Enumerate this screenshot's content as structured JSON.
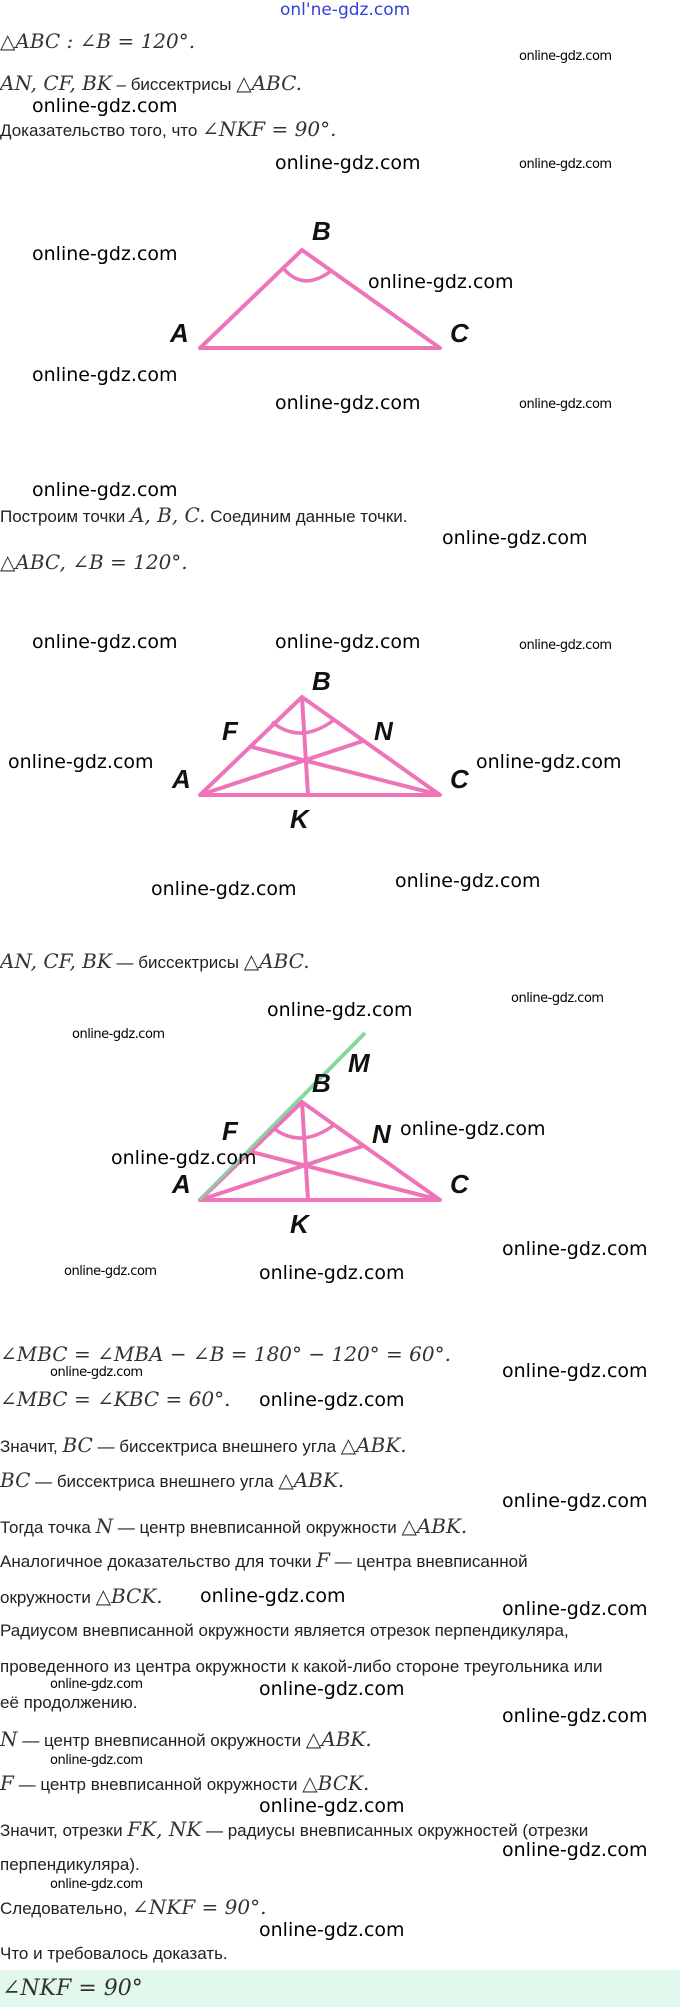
{
  "header_watermark": "onl'ne-gdz.com",
  "watermark": "online-gdz.com",
  "given": {
    "l1": "△ABC :  ∠B = 120°.",
    "l2_math": "AN,  CF,  BK",
    "l2_text": " – биссектрисы ",
    "l2_end": "△ABC.",
    "l3_text": "Доказательство того, что ",
    "l3_math": "∠NKF = 90°."
  },
  "figure1": {
    "A": "A",
    "B": "B",
    "C": "C"
  },
  "step1": {
    "text": "Построим точки ",
    "math1": "A,  B,  C.",
    "text2": " Соединим данные точки.",
    "math2": "△ABC, ∠B = 120°."
  },
  "figure2": {
    "A": "A",
    "B": "B",
    "C": "C",
    "F": "F",
    "N": "N",
    "K": "K"
  },
  "step2": {
    "math": "AN,  CF,  BK",
    "text": " — биссектрисы ",
    "end": "△ABC."
  },
  "figure3": {
    "A": "A",
    "B": "B",
    "C": "C",
    "F": "F",
    "N": "N",
    "K": "K",
    "M": "M"
  },
  "colors": {
    "triangle": "#ee74b8",
    "extension": "#82d9a0",
    "answer_bg": "#e3f8ec"
  },
  "proof": [
    {
      "pre": "",
      "math": "∠MBC = ∠MBA − ∠B = 180° − 120° = 60°.",
      "post": ""
    },
    {
      "pre": "",
      "math": "∠MBC = ∠KBC = 60°.",
      "post": ""
    },
    {
      "pre": "Значит, ",
      "math": "BC",
      "post": " — биссектриса внешнего угла ",
      "math2": "△ABK."
    },
    {
      "pre": "",
      "math": "BC",
      "post": " — биссектриса внешнего угла ",
      "math2": "△ABK."
    },
    {
      "pre": "Тогда точка ",
      "math": "N",
      "post": " — центр вневписанной окружности ",
      "math2": "△ABK."
    },
    {
      "pre": "Аналогичное доказательство для точки ",
      "math": "F",
      "post": " — центра вневписанной"
    },
    {
      "pre": "окружности ",
      "math": "△BCK."
    },
    {
      "pre": "Радиусом вневписанной окружности является отрезок перпендикуляра,"
    },
    {
      "pre": "проведенного из центра окружности к какой-либо стороне треугольника или"
    },
    {
      "pre": "её продолжению."
    },
    {
      "pre": "",
      "math": "N",
      "post": " — центр вневписанной окружности ",
      "math2": "△ABK."
    },
    {
      "pre": "",
      "math": "F",
      "post": " — центр вневписанной окружности ",
      "math2": "△BCK."
    },
    {
      "pre": "Значит, отрезки ",
      "math": "FK, NK",
      "post": " — радиусы вневписанных окружностей (отрезки"
    },
    {
      "pre": "перпендикуляра)."
    },
    {
      "pre": "Следовательно, ",
      "math": "∠NKF = 90°."
    },
    {
      "pre": "Что и требовалось доказать."
    }
  ],
  "answer": "∠NKF = 90°"
}
